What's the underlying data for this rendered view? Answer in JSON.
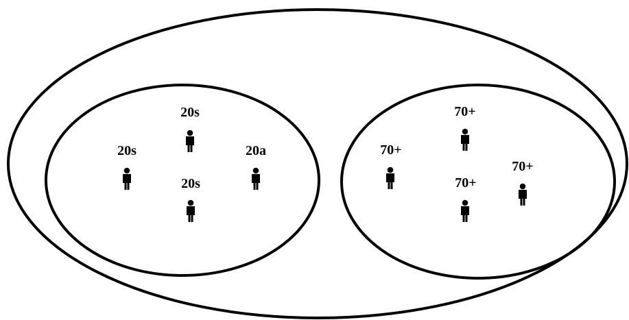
{
  "diagram": {
    "groups": [
      {
        "id": "young-group",
        "people": [
          {
            "label": "20s",
            "icon": "person-icon"
          },
          {
            "label": "20s",
            "icon": "person-icon"
          },
          {
            "label": "20a",
            "icon": "person-icon"
          },
          {
            "label": "20s",
            "icon": "person-icon"
          }
        ]
      },
      {
        "id": "older-group",
        "people": [
          {
            "label": "70+",
            "icon": "person-icon"
          },
          {
            "label": "70+",
            "icon": "person-icon"
          },
          {
            "label": "70+",
            "icon": "person-icon"
          },
          {
            "label": "70+",
            "icon": "person-icon"
          }
        ]
      }
    ],
    "colors": {
      "stroke": "#000000",
      "background": "#ffffff"
    }
  }
}
